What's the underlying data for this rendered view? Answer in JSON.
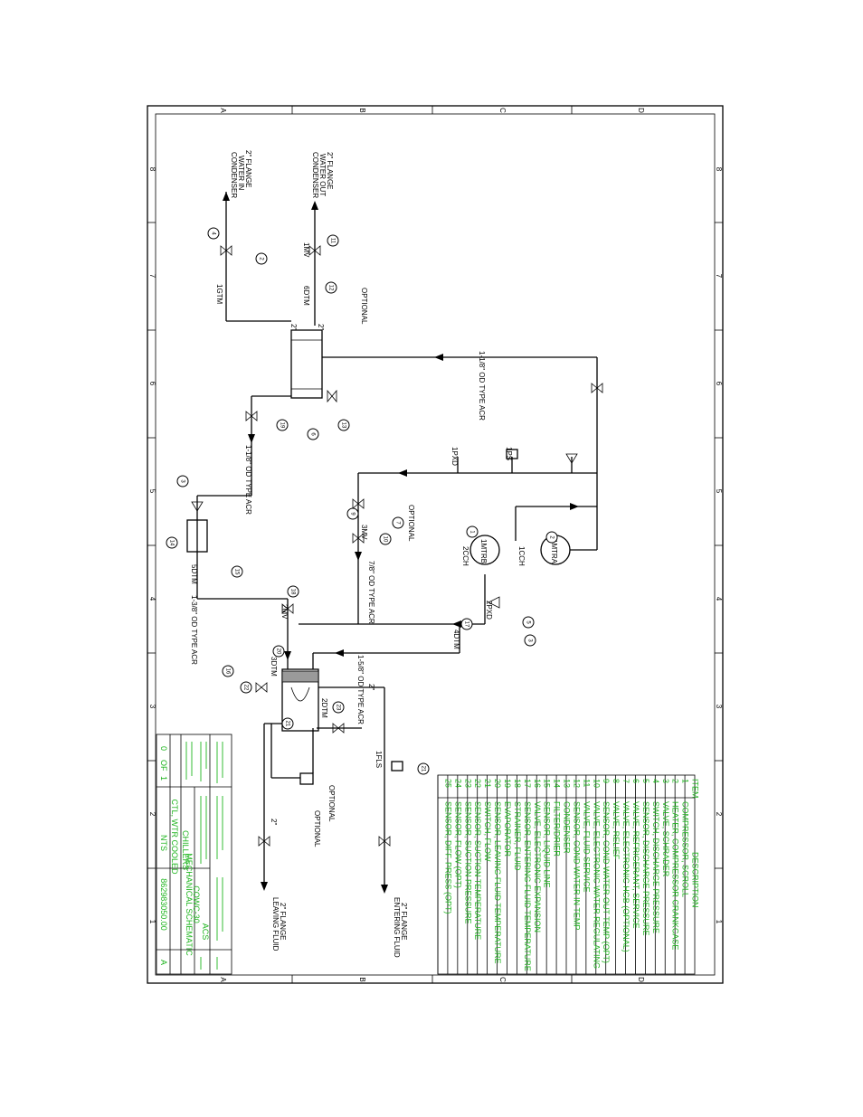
{
  "zones": {
    "letters": [
      "A",
      "B",
      "C",
      "D"
    ],
    "numbers": [
      "8",
      "7",
      "6",
      "5",
      "4",
      "3",
      "2",
      "1"
    ]
  },
  "labels": {
    "cond_water_in": [
      "CONDENSER",
      "WATER IN",
      "2\" FLANGE"
    ],
    "cond_water_out": [
      "CONDENSER",
      "WATER OUT",
      "2\" FLANGE"
    ],
    "optional": "OPTIONAL",
    "pipe_acr_118_top": "1-1/8\" OD TYPE ACR",
    "pipe_acr_118_left": "1-1/8\" OD TYPE ACR",
    "pipe_acr_138": "1-3/8\" OD TYPE ACR",
    "pipe_acr_78": "7/8\" OD TYPE ACR",
    "pipe_acr_158": "1-5/8\" OD TYPE ACR",
    "leaving_fluid": [
      "LEAVING FLUID",
      "2\" FLANGE"
    ],
    "entering_fluid": [
      "ENTERING FLUID",
      "2\" FLANGE"
    ],
    "tags": {
      "t1mv": "1MV",
      "t6dtm": "6DTM",
      "t1gtm": "1GTM",
      "t2in": "2\"",
      "t2out": "2\"",
      "t1pxd": "1PXD",
      "t1ps": "1PS",
      "t3mv": "3MV",
      "t1mtrb": "1MTRB",
      "t1mtra": "1MTRA",
      "t1cch": "1CCH",
      "t2cch": "2CCH",
      "t5dtm": "5DTM",
      "t2mv": "2MV",
      "t2pxd": "2PXD",
      "t4dtm": "4DTM",
      "t3dtm": "3DTM",
      "t2dtm": "2DTM",
      "t1fls": "1FLS",
      "tevap2": "2\"",
      "tlv2": "2\"",
      "topt25": "OPTIONAL",
      "topt24": "OPTIONAL"
    }
  },
  "bubbles": [
    "1",
    "2",
    "3",
    "4",
    "5",
    "6",
    "7",
    "8",
    "9",
    "10",
    "11",
    "12",
    "13",
    "14",
    "15",
    "16",
    "17",
    "18",
    "19",
    "20",
    "21",
    "22",
    "23",
    "24",
    "25"
  ],
  "legend": {
    "header_item": "ITEM",
    "header_desc": "DESCRIPTION",
    "rows": [
      {
        "item": "1",
        "desc": "COMPRESSOR, SCROLL"
      },
      {
        "item": "2",
        "desc": "HEATER, COMPRESSOR CRANKCASE"
      },
      {
        "item": "3",
        "desc": "VALVE, SCHRADER"
      },
      {
        "item": "4",
        "desc": "SWITCH, DISCHARGE PRESSURE"
      },
      {
        "item": "5",
        "desc": "SENSOR, DISCHARGE PRESSURE"
      },
      {
        "item": "6",
        "desc": "VALVE, REFRIGERANT, SERVICE"
      },
      {
        "item": "7",
        "desc": "VALVE, ELECTRONIC HGB (OPTIONAL)"
      },
      {
        "item": "8",
        "desc": "VALVE, RELIEF"
      },
      {
        "item": "9",
        "desc": "SENSOR, COND WATER OUT TEMP (OPT)"
      },
      {
        "item": "10",
        "desc": "VALVE, ELECTRONIC WATER REGULATING"
      },
      {
        "item": "11",
        "desc": "VALVE, FLUID SERVICE"
      },
      {
        "item": "12",
        "desc": "SENSOR, COND WATER IN TEMP"
      },
      {
        "item": "13",
        "desc": "CONDENSER"
      },
      {
        "item": "14",
        "desc": "FILTER/DRIER"
      },
      {
        "item": "15",
        "desc": "SENSOR, LIQUID LINE"
      },
      {
        "item": "16",
        "desc": "VALVE, ELECTRONIC EXPANSION"
      },
      {
        "item": "17",
        "desc": "SENSOR, ENTERING FLUID TEMPERATURE"
      },
      {
        "item": "18",
        "desc": "STRAINER, FLUID"
      },
      {
        "item": "19",
        "desc": "EVAPORATOR"
      },
      {
        "item": "20",
        "desc": "SENSOR, LEAVING FLUID TEMPERATURE"
      },
      {
        "item": "21",
        "desc": "SWITCH, FLOW"
      },
      {
        "item": "22",
        "desc": "SENSOR, SUCTION TEMPERATURE"
      },
      {
        "item": "23",
        "desc": "SENSOR, SUCTION PRESSURE"
      },
      {
        "item": "24",
        "desc": "SENSOR, FLOW (OPT)"
      },
      {
        "item": "25",
        "desc": "SENSOR, DIFF. PRESS (OPT)"
      }
    ]
  },
  "titleblock": {
    "title_lines": [
      "MECHANICAL SCHEMATIC",
      "COWC-30"
    ],
    "product": "CHILLERS",
    "subproduct": "CTL, WTR COOLED",
    "scale": "NTS",
    "drawing_number": "862983050.00",
    "rev": "A",
    "company": "ACS",
    "sheet_cells": [
      "0",
      "OF",
      "1"
    ]
  },
  "colors": {
    "line": "#000000",
    "text_green": "#1fb51f"
  }
}
